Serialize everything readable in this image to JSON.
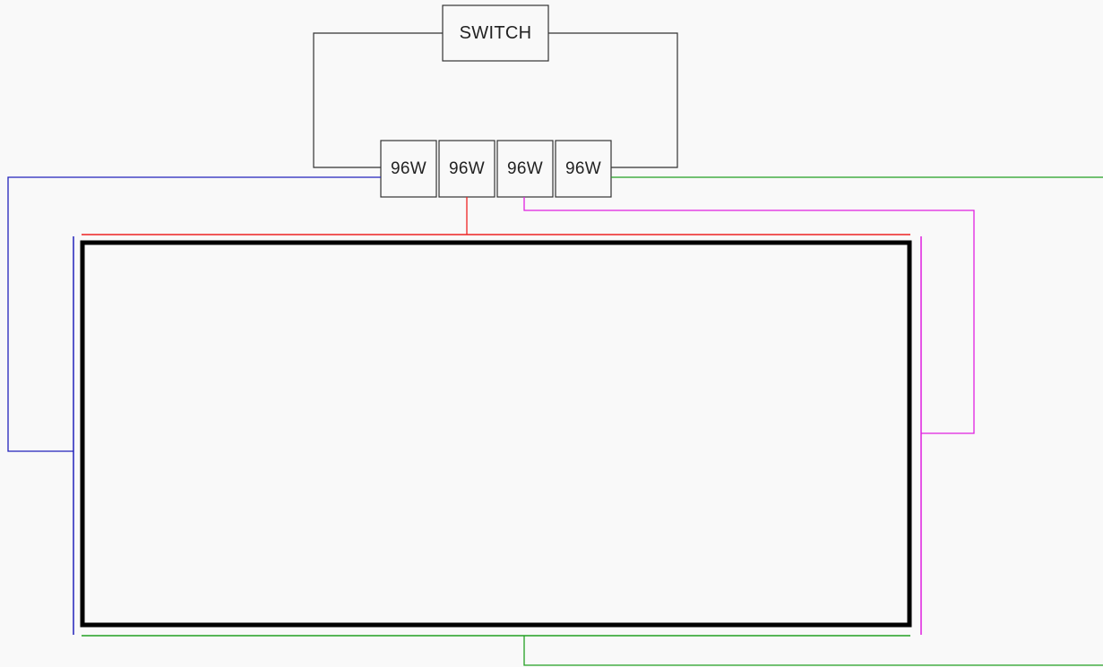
{
  "switch": {
    "label": "SWITCH"
  },
  "power_supplies": [
    {
      "label": "96W"
    },
    {
      "label": "96W"
    },
    {
      "label": "96W"
    },
    {
      "label": "96W"
    }
  ],
  "colors": {
    "background": "#f9f9f9",
    "box_stroke": "#333333",
    "frame": "#000000",
    "blue_wire": "#2222bb",
    "red_wire": "#ee2222",
    "magenta_wire": "#e020e0",
    "green_wire": "#22a022"
  }
}
